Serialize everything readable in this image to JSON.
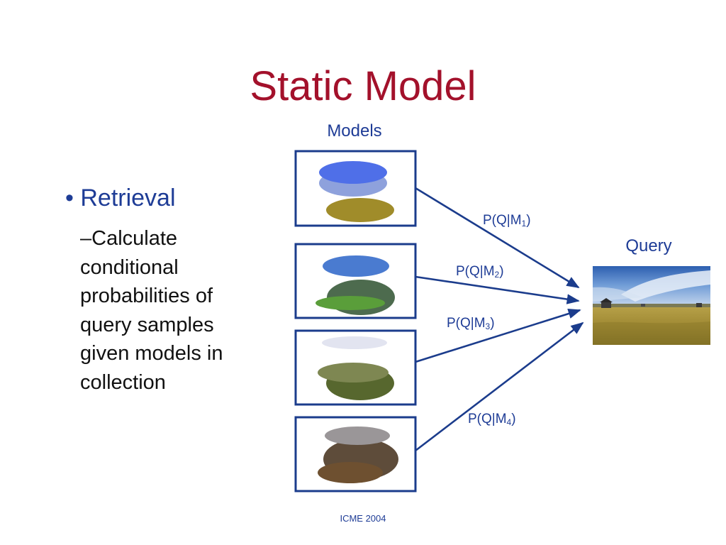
{
  "slide": {
    "title": "Static Model",
    "footer": "ICME 2004"
  },
  "bullets": {
    "main": "• Retrieval",
    "sub": "–Calculate conditional probabilities of query samples given models in collection"
  },
  "diagram": {
    "models_label": "Models",
    "query_label": "Query",
    "probabilities": [
      {
        "prefix": "P(Q|M",
        "subscript": "1",
        "suffix": ")"
      },
      {
        "prefix": "P(Q|M",
        "subscript": "2",
        "suffix": ")"
      },
      {
        "prefix": "P(Q|M",
        "subscript": "3",
        "suffix": ")"
      },
      {
        "prefix": "P(Q|M",
        "subscript": "4",
        "suffix": ")"
      }
    ],
    "colors": {
      "title": "#a3112b",
      "accent": "#1e3c96",
      "model_1": [
        "#4f6fe8",
        "#8ea1dc",
        "#a08c2a"
      ],
      "model_2": [
        "#4a7bd0",
        "#4d6b4e",
        "#5a9e3a"
      ],
      "model_3": [
        "#e2e4f0",
        "#57672e",
        "#7e8752"
      ],
      "model_4": [
        "#9a9698",
        "#5e4c3a",
        "#6e5030"
      ]
    }
  }
}
